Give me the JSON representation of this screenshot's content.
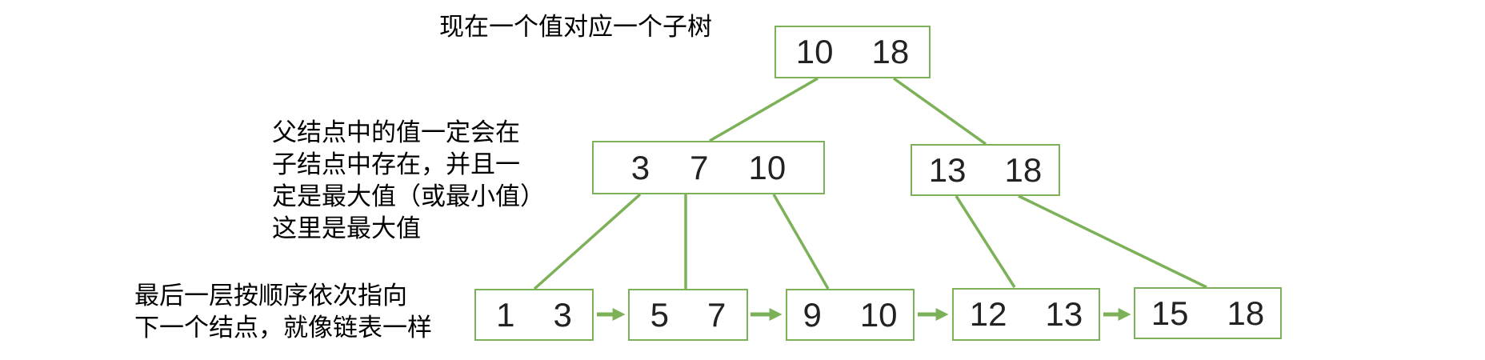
{
  "colors": {
    "accent": "#7CB158",
    "node_border": "#7CB158",
    "text": "#222222"
  },
  "annotations": {
    "top": "现在一个值对应一个子树",
    "left": "父结点中的值一定会在\n子结点中存在，并且一\n定是最大值（或最小值）\n这里是最大值",
    "bottom": "最后一层按顺序依次指向\n下一个结点，就像链表一样"
  },
  "tree": {
    "root": {
      "values": [
        "10",
        "18"
      ]
    },
    "internal": [
      {
        "values": [
          "3",
          "7",
          "10"
        ]
      },
      {
        "values": [
          "13",
          "18"
        ]
      }
    ],
    "leaves": [
      {
        "values": [
          "1",
          "3"
        ]
      },
      {
        "values": [
          "5",
          "7"
        ]
      },
      {
        "values": [
          "9",
          "10"
        ]
      },
      {
        "values": [
          "12",
          "13"
        ]
      },
      {
        "values": [
          "15",
          "18"
        ]
      }
    ]
  }
}
